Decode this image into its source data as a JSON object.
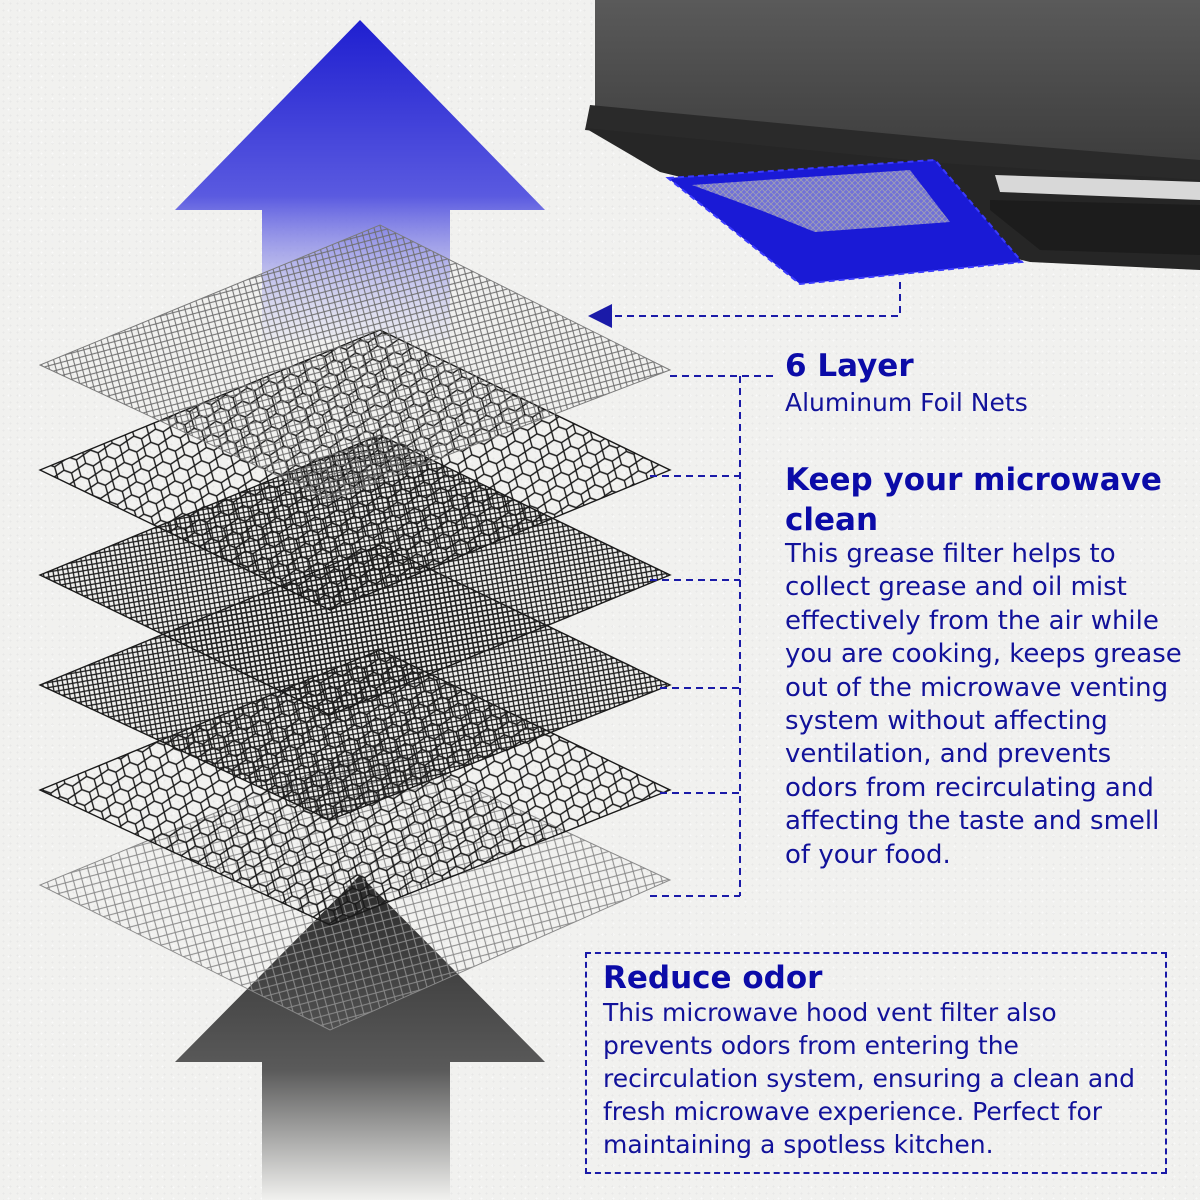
{
  "colors": {
    "accent_blue": "#0b0ba8",
    "text_blue": "#12129a",
    "filter_blue": "#1a1ad6",
    "background": "#f1f1ef"
  },
  "icons": [
    "airflow-up-arrow-blue",
    "airflow-up-arrow-dark",
    "microwave-hood",
    "grease-filter",
    "pointer-arrow"
  ],
  "layer_info": {
    "title": "6 Layer",
    "subtitle": "Aluminum Foil Nets"
  },
  "clean_section": {
    "title": "Keep your microwave clean",
    "body": "This grease filter helps to collect grease and oil mist effectively from the air while you are cooking, keeps grease out of the microwave venting system without affecting ventilation, and prevents odors from recirculating and affecting the taste and smell of your food."
  },
  "odor_section": {
    "title": "Reduce odor",
    "body": "This microwave hood vent filter also prevents odors from entering the recirculation system, ensuring a clean and fresh microwave experience. Perfect for maintaining a spotless kitchen."
  }
}
